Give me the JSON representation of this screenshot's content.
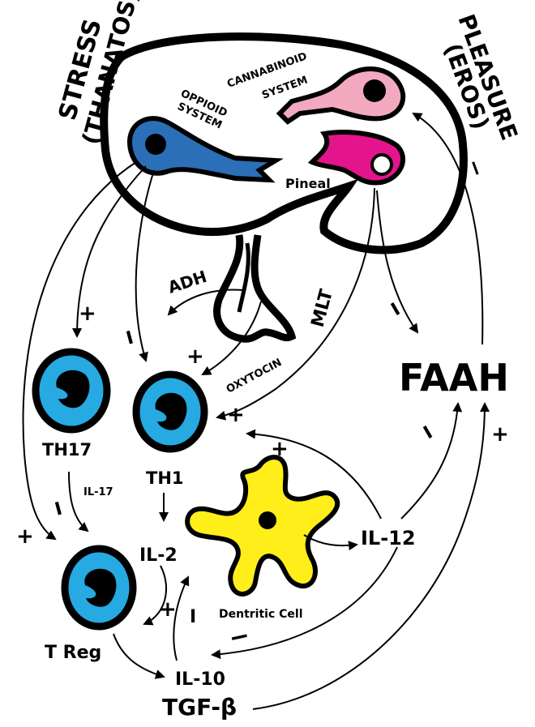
{
  "labels": {
    "stress": "STRESS",
    "thanatos": "(THANATOS)",
    "pleasure": "PLEASURE",
    "eros": "(EROS)",
    "opioid_1": "OPPIOID",
    "opioid_2": "SYSTEM",
    "cannabinoid_1": "CANNABINOID",
    "cannabinoid_2": "SYSTEM",
    "pineal": "Pineal",
    "adh": "ADH",
    "oxytocin": "OXYTOCIN",
    "mlt": "MLT",
    "faah": "FAAH",
    "th17": "TH17",
    "th1": "TH1",
    "il17": "IL-17",
    "il2": "IL-2",
    "il12": "IL-12",
    "treg": "T Reg",
    "il10": "IL-10",
    "tgfb": "TGF-β",
    "dendritic": "Dentritic Cell"
  },
  "signs": {
    "plus": "+",
    "minus": "−",
    "bar": "I"
  },
  "colors": {
    "opioid": "#2a6fb8",
    "cannabinoid": "#f2a9bf",
    "pineal": "#e4158c",
    "immune_cell": "#27a9e1",
    "dendritic": "#ffee1a"
  }
}
